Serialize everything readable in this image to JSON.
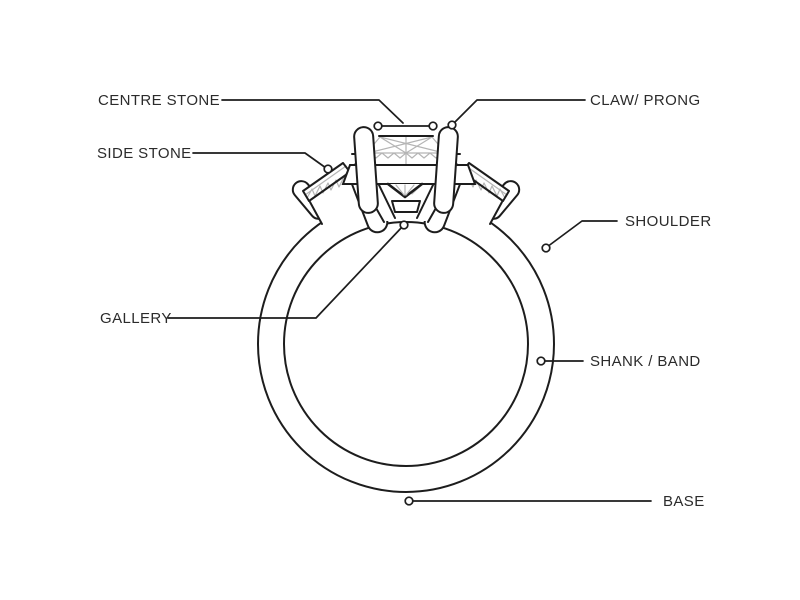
{
  "diagram": {
    "type": "ring-anatomy",
    "labels": {
      "centre_stone": "CENTRE STONE",
      "claw_prong": "CLAW/ PRONG",
      "side_stone": "SIDE STONE",
      "shoulder": "SHOULDER",
      "gallery": "GALLERY",
      "shank_band": "SHANK / BAND",
      "base": "BASE"
    },
    "colors": {
      "line": "#1d1d1d",
      "facet_line": "#b5b5b5",
      "text": "#2b2b2b",
      "background": "#ffffff"
    }
  }
}
